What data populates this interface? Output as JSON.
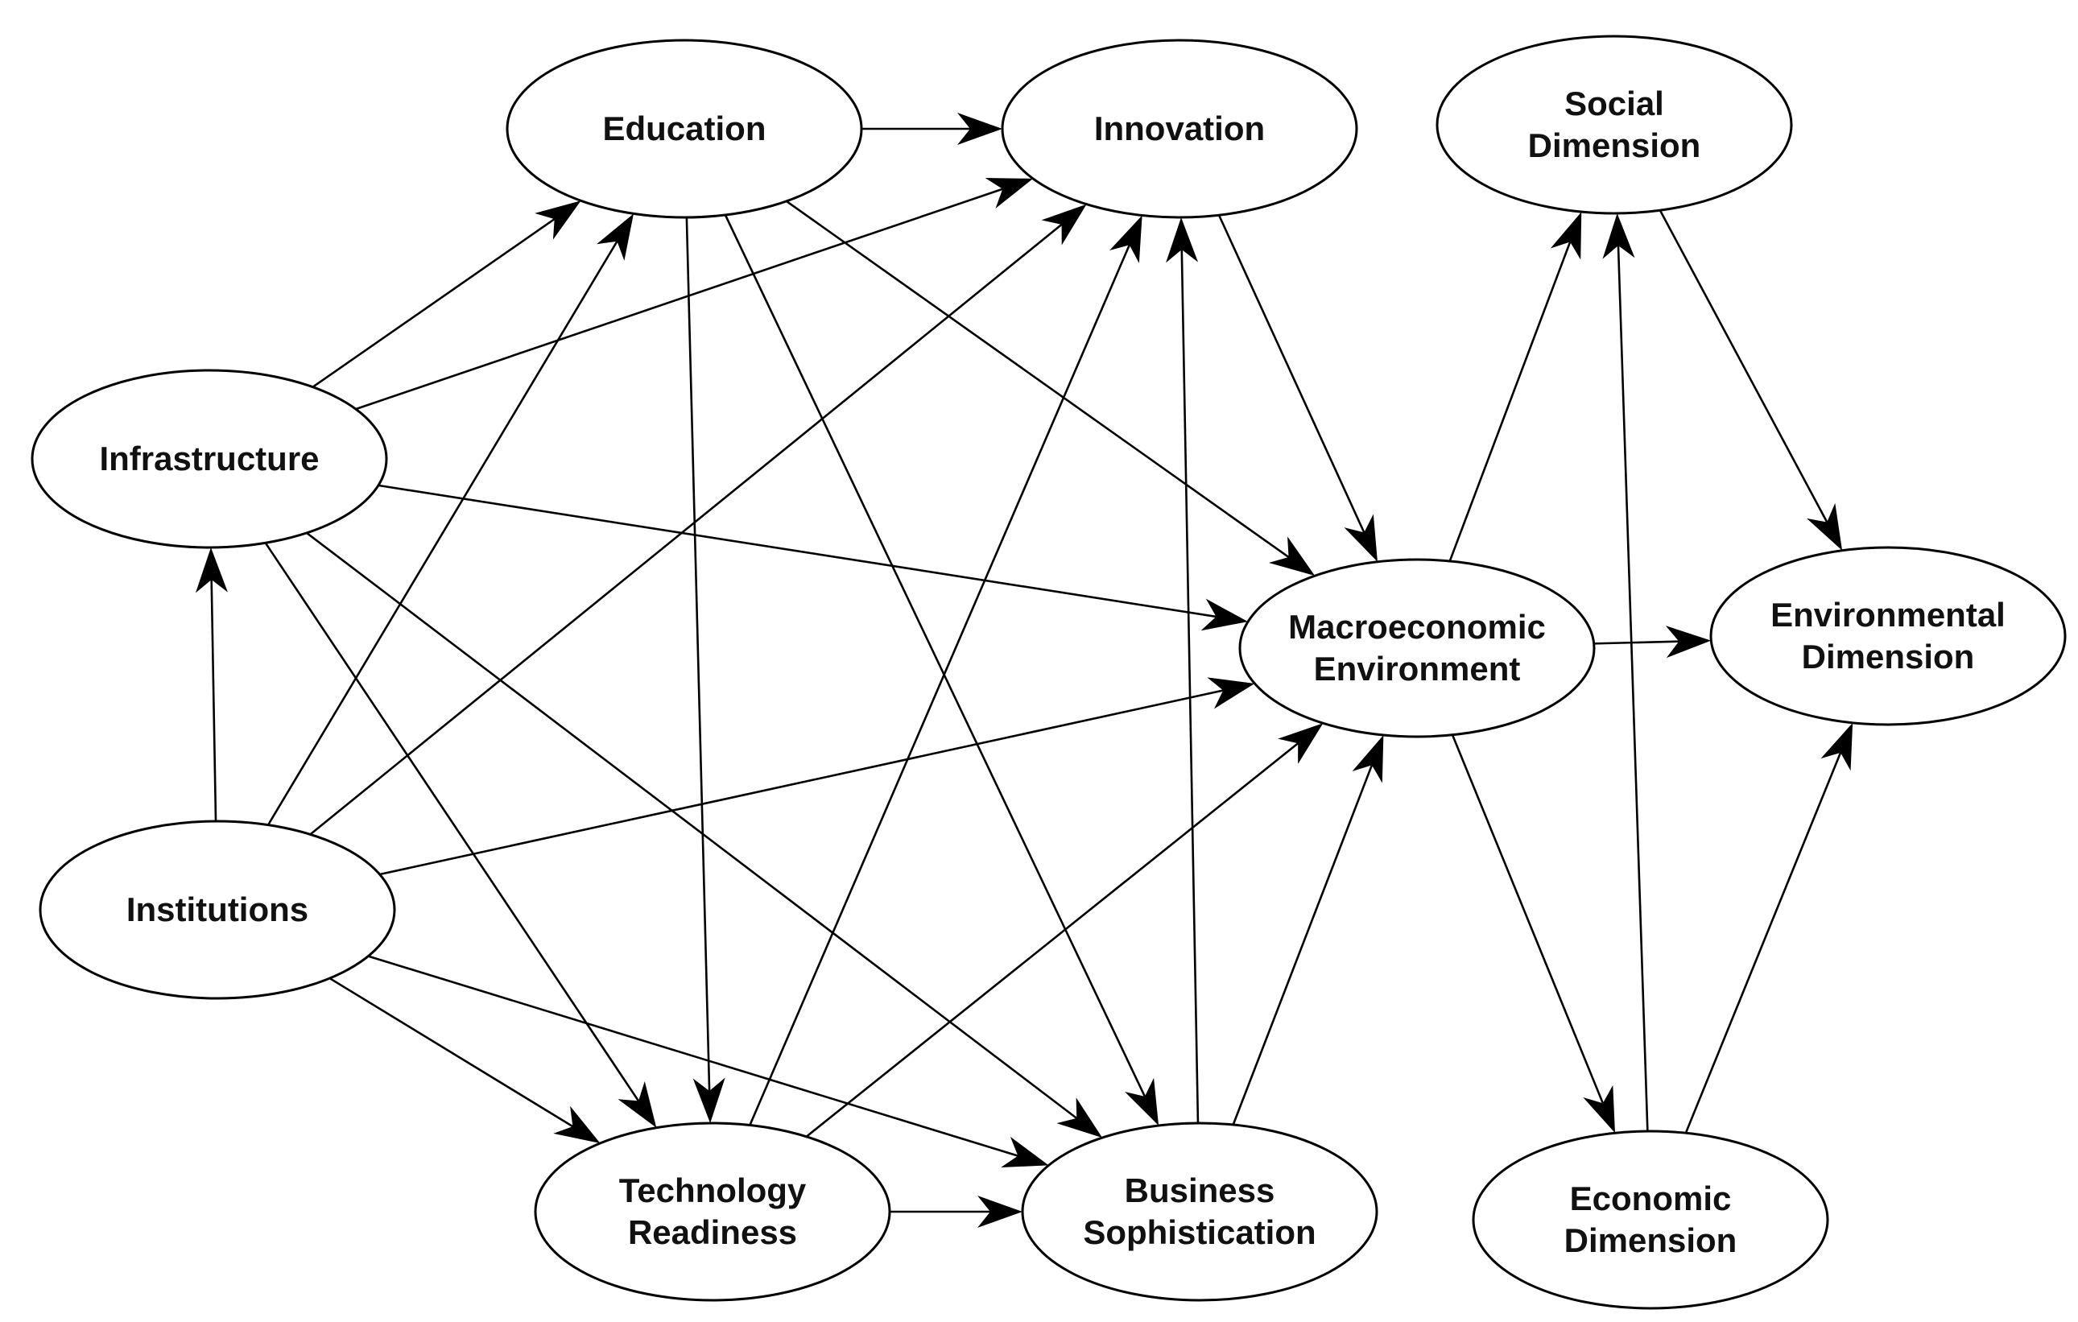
{
  "diagram": {
    "nodes": [
      {
        "id": "education",
        "lines": [
          "Education"
        ]
      },
      {
        "id": "innovation",
        "lines": [
          "Innovation"
        ]
      },
      {
        "id": "social",
        "lines": [
          "Social",
          "Dimension"
        ]
      },
      {
        "id": "infrastructure",
        "lines": [
          "Infrastructure"
        ]
      },
      {
        "id": "macro",
        "lines": [
          "Macroeconomic",
          "Environment"
        ]
      },
      {
        "id": "environmental",
        "lines": [
          "Environmental",
          "Dimension"
        ]
      },
      {
        "id": "institutions",
        "lines": [
          "Institutions"
        ]
      },
      {
        "id": "technology",
        "lines": [
          "Technology",
          "Readiness"
        ]
      },
      {
        "id": "business",
        "lines": [
          "Business",
          "Sophistication"
        ]
      },
      {
        "id": "economic",
        "lines": [
          "Economic",
          "Dimension"
        ]
      }
    ],
    "edges": [
      {
        "from": "education",
        "to": "innovation"
      },
      {
        "from": "infrastructure",
        "to": "education"
      },
      {
        "from": "institutions",
        "to": "education"
      },
      {
        "from": "infrastructure",
        "to": "innovation"
      },
      {
        "from": "institutions",
        "to": "innovation"
      },
      {
        "from": "technology",
        "to": "innovation"
      },
      {
        "from": "business",
        "to": "innovation"
      },
      {
        "from": "education",
        "to": "macro"
      },
      {
        "from": "innovation",
        "to": "macro"
      },
      {
        "from": "infrastructure",
        "to": "macro"
      },
      {
        "from": "institutions",
        "to": "macro"
      },
      {
        "from": "technology",
        "to": "macro"
      },
      {
        "from": "business",
        "to": "macro"
      },
      {
        "from": "institutions",
        "to": "infrastructure"
      },
      {
        "from": "education",
        "to": "technology"
      },
      {
        "from": "infrastructure",
        "to": "technology"
      },
      {
        "from": "institutions",
        "to": "technology"
      },
      {
        "from": "education",
        "to": "business"
      },
      {
        "from": "infrastructure",
        "to": "business"
      },
      {
        "from": "institutions",
        "to": "business"
      },
      {
        "from": "technology",
        "to": "business"
      },
      {
        "from": "macro",
        "to": "social"
      },
      {
        "from": "economic",
        "to": "social"
      },
      {
        "from": "social",
        "to": "environmental"
      },
      {
        "from": "macro",
        "to": "environmental"
      },
      {
        "from": "economic",
        "to": "environmental"
      },
      {
        "from": "macro",
        "to": "economic"
      }
    ]
  },
  "colors": {
    "stroke": "#000000",
    "fill": "#ffffff",
    "text": "#111111"
  }
}
